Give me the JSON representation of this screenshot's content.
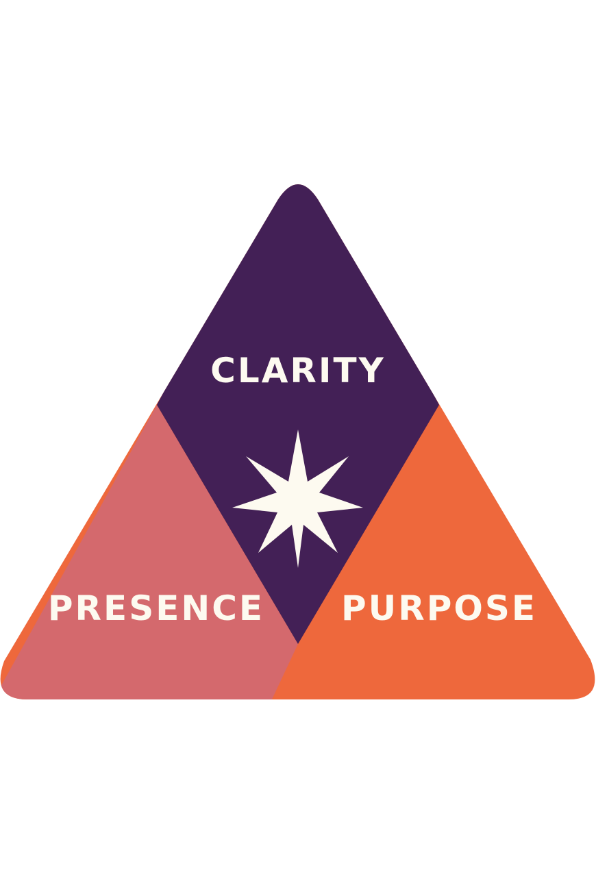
{
  "diagram": {
    "labels": {
      "top": "CLARITY",
      "left": "PRESENCE",
      "right": "PURPOSE"
    },
    "center_icon": "eight-point-star-icon",
    "colors": {
      "background": "#ffffff",
      "top_section": "#432056",
      "left_section": "#d4696d",
      "right_section": "#ee683c",
      "star": "#fdfaf0",
      "label_text": "#fdfaf0"
    }
  }
}
